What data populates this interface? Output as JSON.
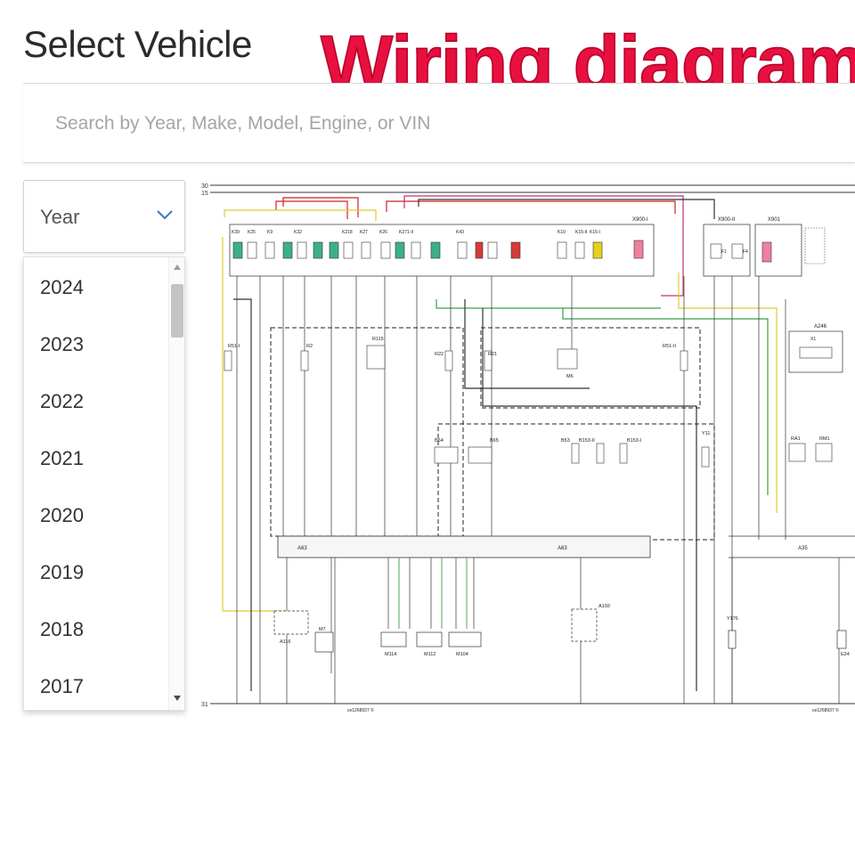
{
  "page_title": "Select Vehicle",
  "overlay_title": "Wiring diagram",
  "search": {
    "placeholder": "Search by Year, Make, Model, Engine, or VIN"
  },
  "year_select": {
    "label": "Year",
    "options": [
      "2024",
      "2023",
      "2022",
      "2021",
      "2020",
      "2019",
      "2018",
      "2017"
    ]
  },
  "diagram": {
    "rails": [
      "30",
      "15",
      "31"
    ],
    "fuse_boxes": [
      "X900-I",
      "X900-II",
      "X901"
    ],
    "relays": [
      "K39",
      "K25",
      "K9",
      "K32",
      "K218",
      "K27",
      "K26",
      "K271-II",
      "K43",
      "K10",
      "K15-II",
      "K15-I"
    ],
    "fuses": [
      "F1",
      "F4"
    ],
    "connectors": [
      "A246",
      "X1"
    ],
    "components_top": [
      "R51-I",
      "R2",
      "R115",
      "R22",
      "R21",
      "M6",
      "R51-II"
    ],
    "sensors_mid": [
      "B64",
      "B65",
      "B53",
      "B153-II",
      "B153-I",
      "Y11",
      "RA1",
      "RM1"
    ],
    "modules": [
      "A63",
      "A63",
      "A35"
    ],
    "motors": [
      "A116",
      "M7",
      "M114",
      "M112",
      "M104",
      "A103",
      "Y176",
      "E24"
    ],
    "ids": [
      "ce1268937 ©",
      "ce1268937 ©"
    ]
  },
  "colors": {
    "title_red": "#e8103f",
    "wire_red": "#d02020",
    "wire_green": "#3aa04a",
    "wire_yellow": "#e0cc30",
    "fuse_green": "#3bb08a",
    "fuse_red": "#d83a3a",
    "fuse_yellow": "#e8d020",
    "fuse_pink": "#f080a0"
  }
}
